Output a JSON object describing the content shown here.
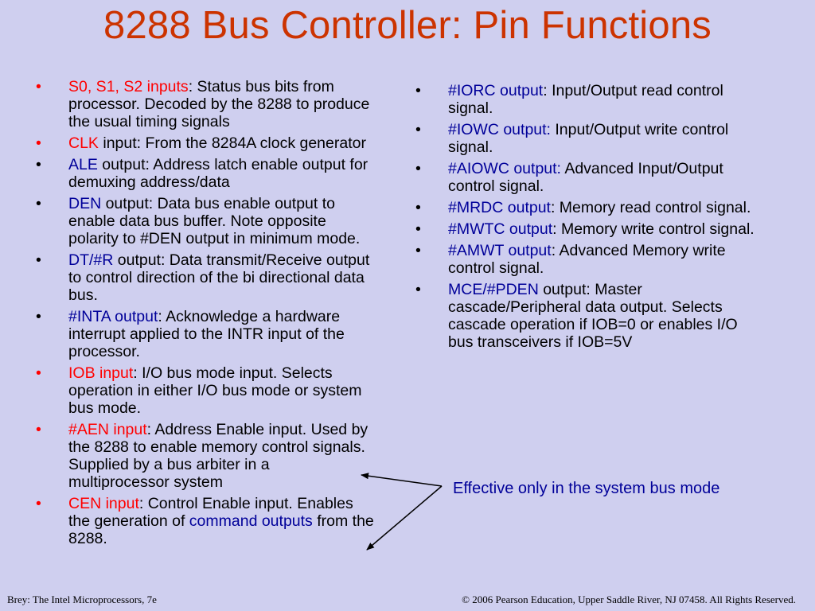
{
  "title": "8288 Bus Controller: Pin Functions",
  "left_items": [
    {
      "term": "S0, S1, S2 inputs",
      "term_color": "red",
      "rest": ": Status bus bits from processor. Decoded by the 8288 to produce the usual timing signals",
      "extra_term": "",
      "tail": ""
    },
    {
      "term": "CLK",
      "term_color": "red",
      "rest": " input: From the 8284A clock generator",
      "extra_term": "",
      "tail": ""
    },
    {
      "term": "ALE",
      "term_color": "blue",
      "rest": " output: Address latch enable output for demuxing address/data",
      "extra_term": "",
      "tail": ""
    },
    {
      "term": "DEN",
      "term_color": "blue",
      "rest": " output: Data bus enable output to enable data bus buffer. Note opposite polarity to #DEN output in minimum mode.",
      "extra_term": "",
      "tail": ""
    },
    {
      "term": "DT/#R",
      "term_color": "blue",
      "rest": " output: Data transmit/Receive output to control direction of the bi directional data bus.",
      "extra_term": "",
      "tail": ""
    },
    {
      "term": "#INTA output",
      "term_color": "blue",
      "rest": ": Acknowledge a hardware interrupt applied to the INTR input of the processor.",
      "extra_term": "",
      "tail": ""
    },
    {
      "term": "IOB input",
      "term_color": "red",
      "rest": ": I/O bus mode input. Selects operation in either I/O bus mode or system bus mode.",
      "extra_term": "",
      "tail": ""
    },
    {
      "term": "#AEN input",
      "term_color": "red",
      "rest": ": Address Enable input. Used by the 8288 to enable memory control signals. Supplied by a bus arbiter in a multiprocessor system",
      "extra_term": "",
      "tail": ""
    },
    {
      "term": "CEN input",
      "term_color": "red",
      "rest": ": Control Enable input. Enables the generation of ",
      "extra_term": "command outputs",
      "tail": " from the 8288."
    }
  ],
  "right_items": [
    {
      "term": "#IORC output",
      "term_color": "blue",
      "rest": ": Input/Output read control signal.",
      "extra_term": "",
      "tail": ""
    },
    {
      "term": "#IOWC output:",
      "term_color": "blue",
      "rest": " Input/Output write control signal.",
      "extra_term": "",
      "tail": ""
    },
    {
      "term": "#AIOWC output:",
      "term_color": "blue",
      "rest": " Advanced Input/Output control signal.",
      "extra_term": "",
      "tail": ""
    },
    {
      "term": "#MRDC output",
      "term_color": "blue",
      "rest": ": Memory read control signal.",
      "extra_term": "",
      "tail": ""
    },
    {
      "term": "#MWTC output",
      "term_color": "blue",
      "rest": ": Memory write control signal.",
      "extra_term": "",
      "tail": ""
    },
    {
      "term": "#AMWT output",
      "term_color": "blue",
      "rest": ": Advanced Memory write control signal.",
      "extra_term": "",
      "tail": ""
    },
    {
      "term": "MCE/#PDEN",
      "term_color": "blue",
      "rest": " output: Master cascade/Peripheral data output. Selects cascade operation if IOB=0 or enables I/O bus transceivers if IOB=5V",
      "extra_term": "",
      "tail": ""
    }
  ],
  "bullet": "•",
  "note": "Effective only in the system bus mode",
  "footer_left": "Brey: The Intel Microprocessors, 7e",
  "footer_right": "© 2006 Pearson Education, Upper Saddle River, NJ 07458. All Rights Reserved.",
  "colors": {
    "background": "#cfcfef",
    "title": "#cc3300",
    "term_red": "#ff0000",
    "term_blue": "#000099"
  }
}
